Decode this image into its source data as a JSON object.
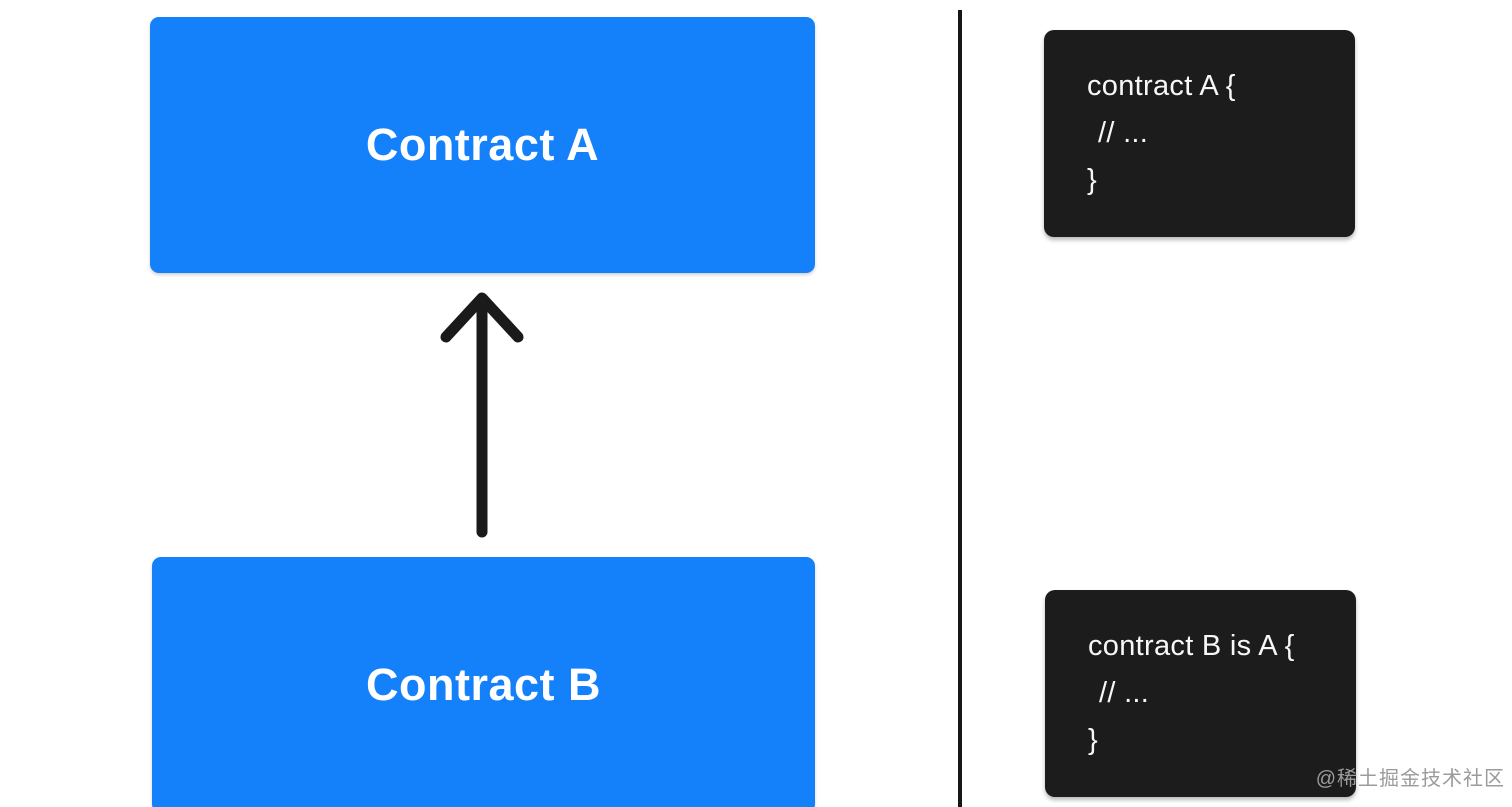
{
  "diagram": {
    "box_a_label": "Contract A",
    "box_b_label": "Contract B",
    "arrow_direction": "up",
    "box_color": "#1480fa",
    "label_color": "#ffffff",
    "arrow_color": "#1a1a1a"
  },
  "divider": {
    "color": "#161616"
  },
  "code_blocks": [
    {
      "name": "contract-a-code",
      "lines": [
        "contract A {",
        "// ...",
        "}"
      ],
      "background": "#1c1c1c",
      "text_color": "#f7f7f7"
    },
    {
      "name": "contract-b-code",
      "lines": [
        "contract B is A {",
        "// ...",
        "}"
      ],
      "background": "#1c1c1c",
      "text_color": "#f7f7f7"
    }
  ],
  "watermark": {
    "text": "@稀土掘金技术社区",
    "color": "#9b9b9b"
  }
}
